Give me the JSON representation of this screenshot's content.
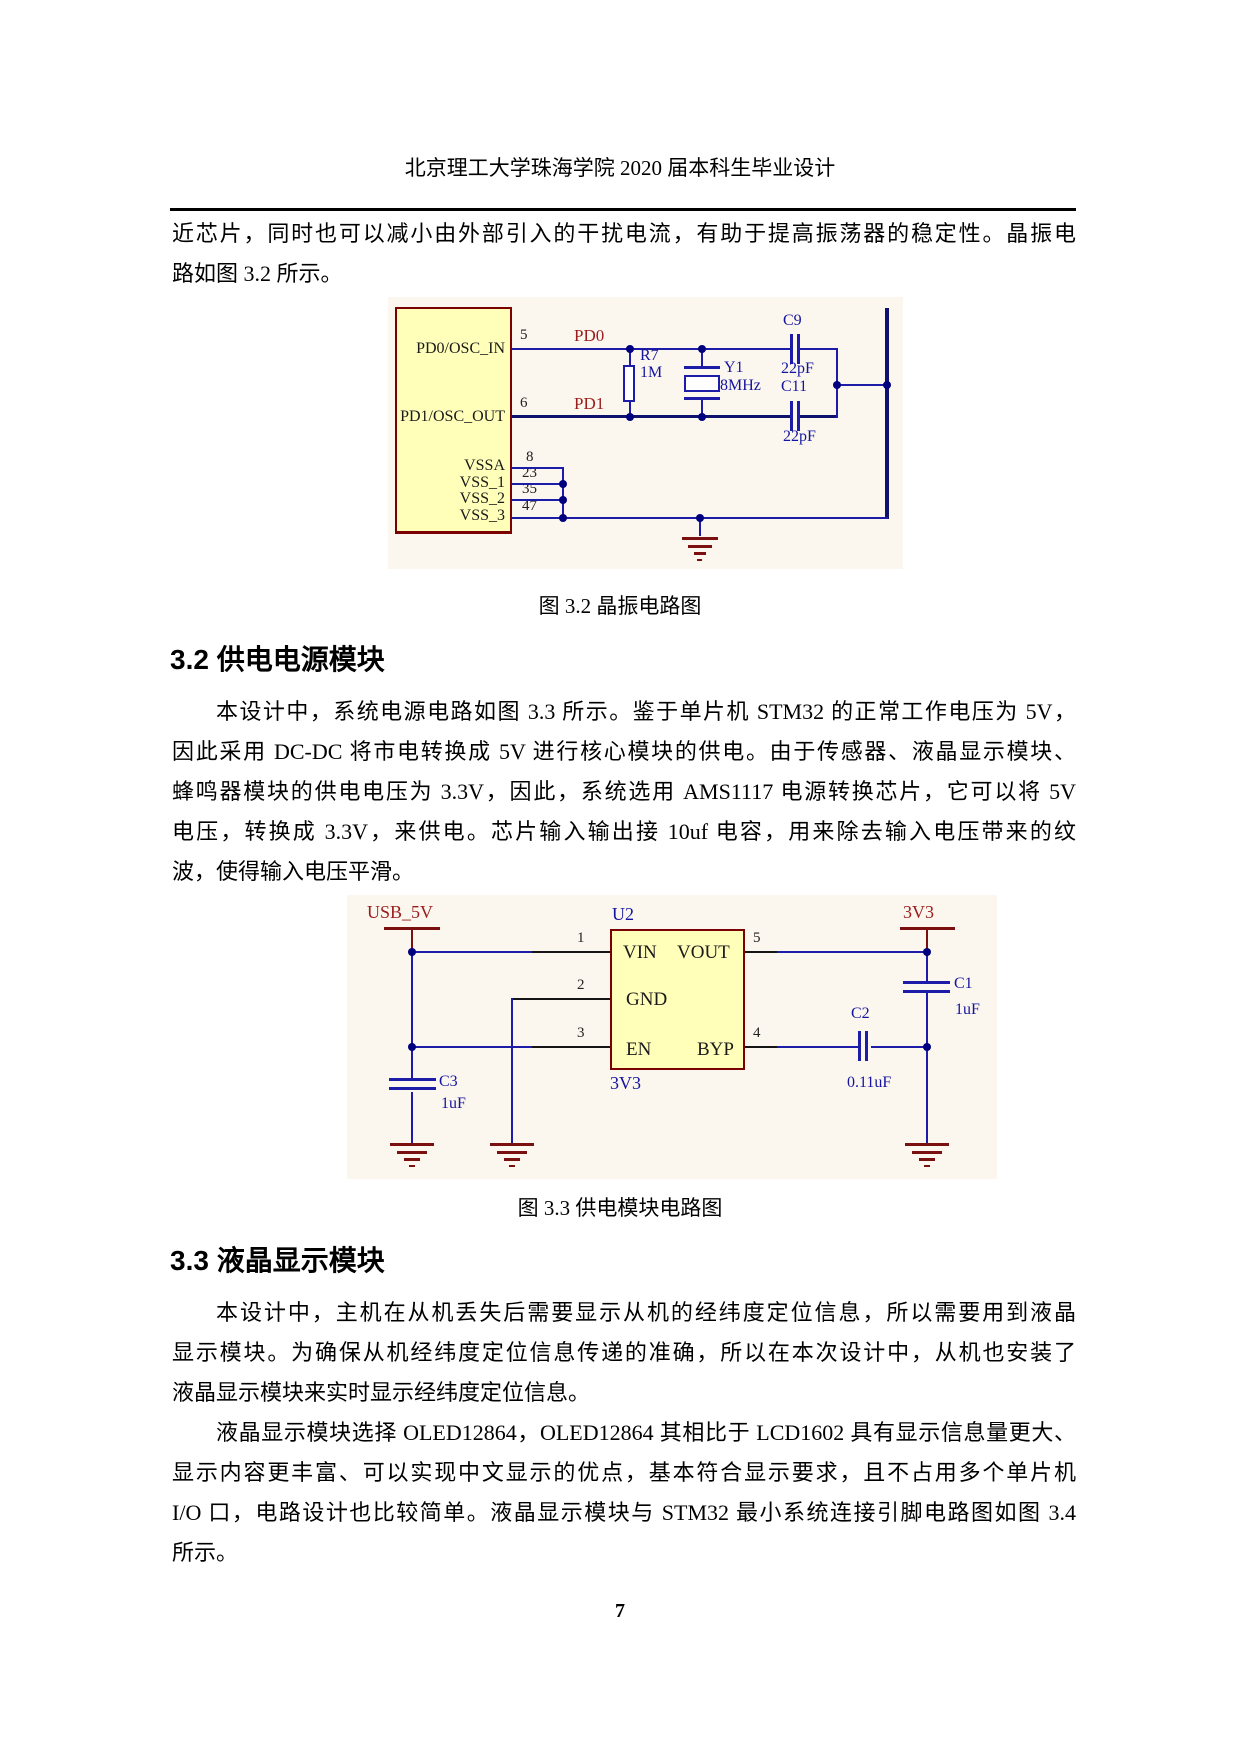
{
  "header": {
    "title": "北京理工大学珠海学院 2020 届本科生毕业设计"
  },
  "page": {
    "number": "7"
  },
  "headings": {
    "s32": "3.2 供电电源模块",
    "s33": "3.3 液晶显示模块"
  },
  "paragraphs": {
    "p1": [
      "近芯片，同时也可以减小由外部引入的干扰电流，有助于提高振荡器的稳定性。晶振电",
      "路如图 3.2 所示。"
    ],
    "p2": [
      "本设计中，系统电源电路如图 3.3 所示。鉴于单片机 STM32 的正常工作电压为 5V，",
      "因此采用 DC-DC 将市电转换成 5V 进行核心模块的供电。由于传感器、液晶显示模块、",
      "蜂鸣器模块的供电电压为 3.3V，因此，系统选用 AMS1117 电源转换芯片，它可以将 5V",
      "电压，转换成 3.3V，来供电。芯片输入输出接 10uf 电容，用来除去输入电压带来的纹",
      "波，使得输入电压平滑。"
    ],
    "p3": [
      "本设计中，主机在从机丢失后需要显示从机的经纬度定位信息，所以需要用到液晶",
      "显示模块。为确保从机经纬度定位信息传递的准确，所以在本次设计中，从机也安装了",
      "液晶显示模块来实时显示经纬度定位信息。"
    ],
    "p4": [
      "液晶显示模块选择 OLED12864，OLED12864 其相比于 LCD1602 具有显示信息量更大、",
      "显示内容更丰富、可以实现中文显示的优点，基本符合显示要求，且不占用多个单片机",
      "I/O 口，电路设计也比较简单。液晶显示模块与 STM32 最小系统连接引脚电路图如图 3.4",
      "所示。"
    ]
  },
  "figures": {
    "fig32": {
      "caption": "图 3.2 晶振电路图",
      "pins": {
        "pd0": "PD0/OSC_IN",
        "pd1": "PD1/OSC_OUT",
        "vssa": "VSSA",
        "vss1": "VSS_1",
        "vss2": "VSS_2",
        "vss3": "VSS_3"
      },
      "pin_numbers": {
        "n5": "5",
        "n6": "6",
        "n8": "8",
        "n23": "23",
        "n35": "35",
        "n47": "47"
      },
      "nets": {
        "pd0": "PD0",
        "pd1": "PD1"
      },
      "components": {
        "r7": {
          "ref": "R7",
          "value": "1M"
        },
        "y1": {
          "ref": "Y1",
          "value": "8MHz"
        },
        "c9": {
          "ref": "C9",
          "value": "22pF"
        },
        "c11": {
          "ref": "C11",
          "value": "22pF"
        }
      }
    },
    "fig33": {
      "caption": "图 3.3 供电模块电路图",
      "chip": {
        "ref": "U2",
        "vin": "VIN",
        "vout": "VOUT",
        "gnd": "GND",
        "en": "EN",
        "byp": "BYP",
        "net_below": "3V3"
      },
      "pin_numbers": {
        "n1": "1",
        "n2": "2",
        "n3": "3",
        "n4": "4",
        "n5": "5"
      },
      "nets": {
        "usb": "USB_5V",
        "v33": "3V3"
      },
      "components": {
        "c1": {
          "ref": "C1",
          "value": "1uF"
        },
        "c2": {
          "ref": "C2",
          "value": "0.11uF"
        },
        "c3": {
          "ref": "C3",
          "value": "1uF"
        }
      }
    }
  },
  "colors": {
    "wire": "#1c1ca8",
    "wire2": "#10106e",
    "power": "#7a1010",
    "netred": "#9b1c1c",
    "complabel": "#1414a0",
    "chipfill": "#ffffb9",
    "chipborder": "#7b0000",
    "schembg": "#fcf7ee"
  }
}
